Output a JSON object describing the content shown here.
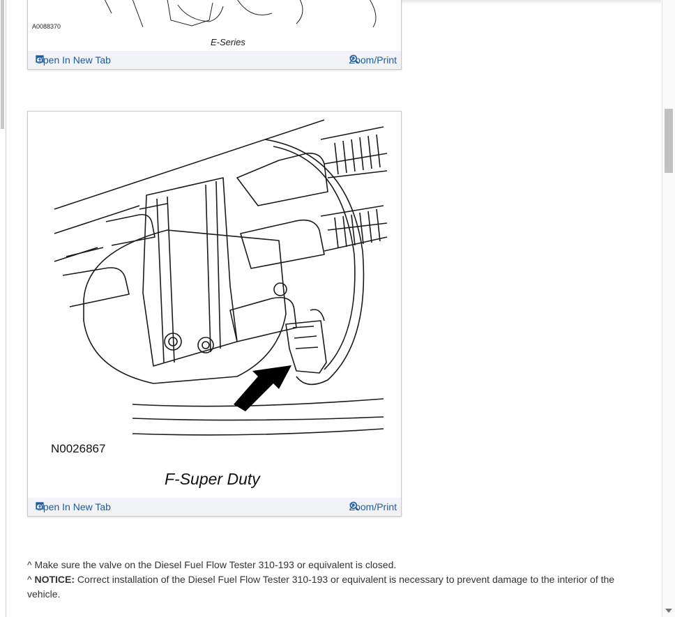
{
  "figure1": {
    "code": "A0088370",
    "caption": "E-Series",
    "open_label": "Open In New Tab",
    "zoom_label": "Zoom/Print"
  },
  "figure2": {
    "code": "N0026867",
    "caption": "F-Super Duty",
    "open_label": "Open In New Tab",
    "zoom_label": "Zoom/Print"
  },
  "notes": {
    "line1_prefix": "^ ",
    "line1_text": "Make sure the valve on the Diesel Fuel Flow Tester 310-193 or equivalent is closed.",
    "line2_prefix": "^ ",
    "line2_bold": "NOTICE:",
    "line2_text": " Correct installation of the Diesel Fuel Flow Tester 310-193 or equivalent is necessary to prevent damage to the interior of the vehicle."
  },
  "icons": {
    "open": "open-new-tab-icon",
    "zoom": "zoom-icon"
  }
}
